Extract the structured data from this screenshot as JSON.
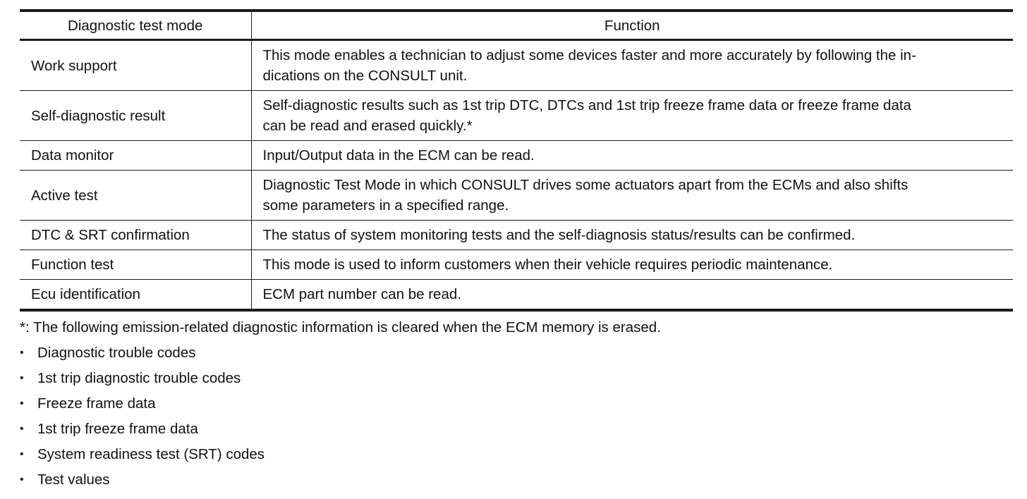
{
  "table": {
    "headers": [
      "Diagnostic test mode",
      "Function"
    ],
    "rows": [
      {
        "mode": "Work support",
        "function_lines": [
          "This mode enables a technician to adjust some devices faster and more accurately by following the in-",
          "dications on the CONSULT unit."
        ]
      },
      {
        "mode": "Self-diagnostic result",
        "function_lines": [
          "Self-diagnostic results such as 1st trip DTC, DTCs and 1st trip freeze frame data or freeze frame data",
          "can be read and erased quickly.*"
        ]
      },
      {
        "mode": "Data monitor",
        "function_lines": [
          "Input/Output data in the ECM can be read."
        ]
      },
      {
        "mode": "Active test",
        "function_lines": [
          "Diagnostic Test Mode in which CONSULT drives some actuators apart from the ECMs and also shifts",
          "some parameters in a specified range."
        ]
      },
      {
        "mode": "DTC & SRT confirmation",
        "function_lines": [
          "The status of system monitoring tests and the self-diagnosis status/results can be confirmed."
        ]
      },
      {
        "mode": "Function test",
        "function_lines": [
          "This mode is used to inform customers when their vehicle requires periodic maintenance."
        ]
      },
      {
        "mode": "Ecu identification",
        "function_lines": [
          "ECM part number can be read."
        ]
      }
    ]
  },
  "footnote": "*: The following emission-related diagnostic information is cleared when the ECM memory is erased.",
  "bullet_symbol": "•",
  "bullets": [
    "Diagnostic trouble codes",
    "1st trip diagnostic trouble codes",
    "Freeze frame data",
    "1st trip freeze frame data",
    "System readiness test (SRT) codes",
    "Test values"
  ]
}
